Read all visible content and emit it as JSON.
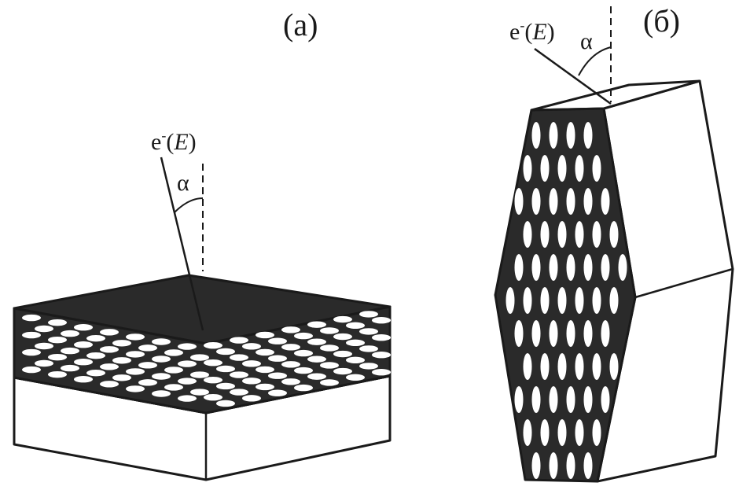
{
  "panel_a": {
    "label": "(a)",
    "beam_label_prefix": "e",
    "beam_label_sup": "-",
    "beam_label_energy": "E",
    "angle_symbol": "α"
  },
  "panel_b": {
    "label": "(б)",
    "beam_label_prefix": "e",
    "beam_label_sup": "-",
    "beam_label_energy": "E",
    "angle_symbol": "α"
  },
  "colors": {
    "ink": "#1a1a1a",
    "pore_fill": "#ffffff",
    "face_fill": "#2a2a2a",
    "background": "#ffffff"
  }
}
